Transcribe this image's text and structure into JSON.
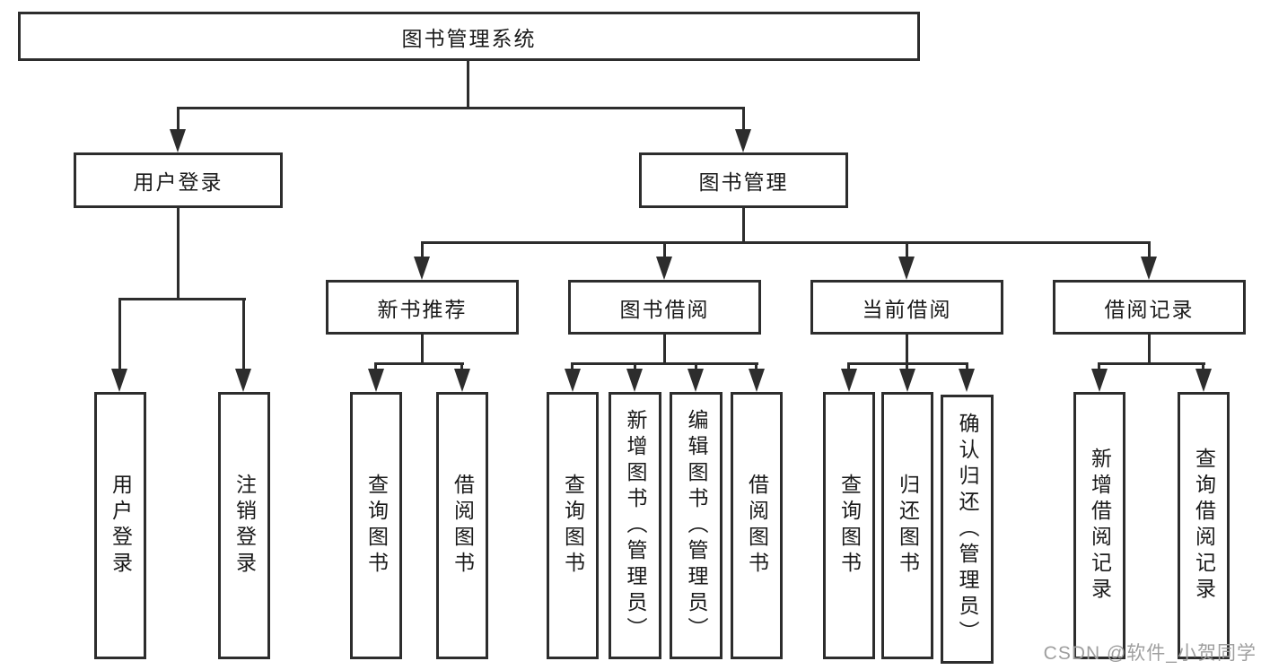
{
  "root_label": "图书管理系统",
  "level2": {
    "user_login": {
      "label": "用户登录",
      "children": [
        "用户登录",
        "注销登录"
      ]
    },
    "book_management": {
      "label": "图书管理"
    }
  },
  "level3": {
    "new_book_recommend": {
      "label": "新书推荐",
      "children": [
        "查询图书",
        "借阅图书"
      ]
    },
    "book_borrowing": {
      "label": "图书借阅",
      "children": [
        "查询图书",
        "新增图书（管理员）",
        "编辑图书（管理员）",
        "借阅图书"
      ]
    },
    "current_borrowing": {
      "label": "当前借阅",
      "children": [
        "查询图书",
        "归还图书",
        "确认归还（管理员）"
      ]
    },
    "borrowing_records": {
      "label": "借阅记录",
      "children": [
        "新增借阅记录",
        "查询借阅记录"
      ]
    }
  },
  "watermark": {
    "text": "CSDN @软件_小贺同学",
    "color": "#9f9f9f"
  },
  "colors": {
    "line": "#2d2d2d",
    "border": "#2d2d2d",
    "text": "#1a1a1a",
    "background": "#ffffff"
  }
}
